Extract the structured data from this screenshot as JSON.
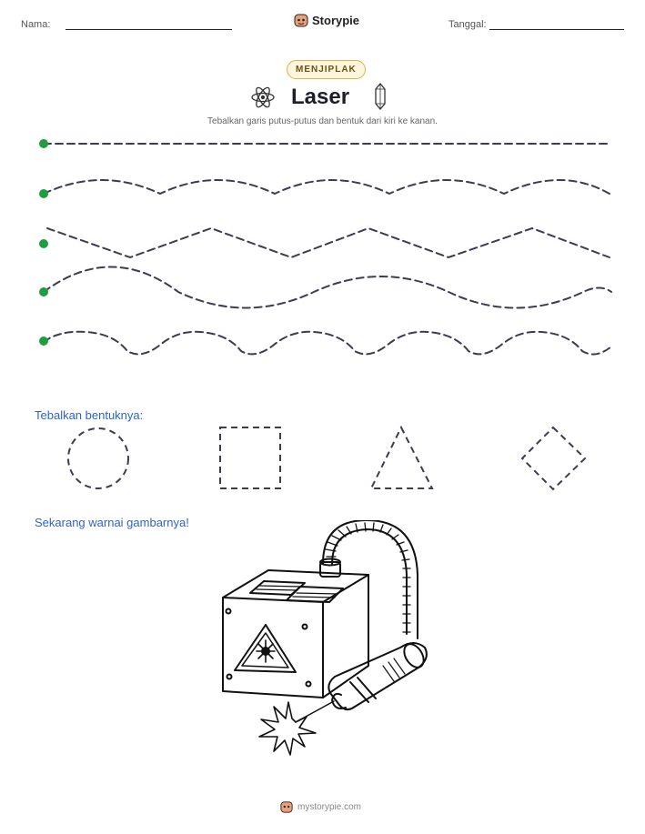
{
  "header": {
    "name_label": "Nama:",
    "brand": "Storypie",
    "date_label": "Tanggal:"
  },
  "badge": "MENJIPLAK",
  "title": "Laser",
  "instruction": "Tebalkan garis putus-putus dan bentuk dari kiri ke kanan.",
  "sections": {
    "shapes": "Tebalkan bentuknya:",
    "coloring": "Sekarang warnai gambarnya!"
  },
  "shapes": [
    "circle",
    "square",
    "triangle",
    "diamond"
  ],
  "footer": "mystorypie.com",
  "colors": {
    "line": "#3a3c55",
    "start_dot": "#1e9e3c",
    "section": "#2e63c8"
  },
  "icons": [
    "atom-icon",
    "crystal-icon",
    "storypie-logo",
    "laser-machine-illustration"
  ]
}
